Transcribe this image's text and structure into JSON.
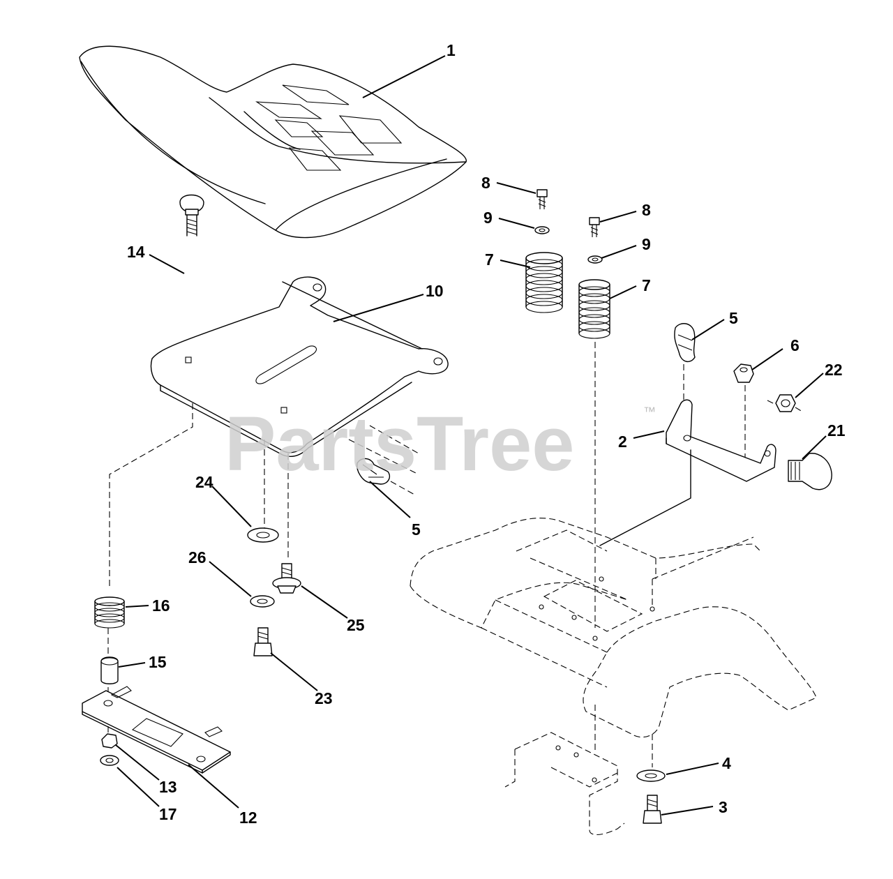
{
  "diagram": {
    "watermark": "PartsTree",
    "trademark": "™",
    "callouts": [
      {
        "id": "c1",
        "label": "1"
      },
      {
        "id": "c8a",
        "label": "8"
      },
      {
        "id": "c8b",
        "label": "8"
      },
      {
        "id": "c9a",
        "label": "9"
      },
      {
        "id": "c9b",
        "label": "9"
      },
      {
        "id": "c7a",
        "label": "7"
      },
      {
        "id": "c7b",
        "label": "7"
      },
      {
        "id": "c14",
        "label": "14"
      },
      {
        "id": "c10",
        "label": "10"
      },
      {
        "id": "c5a",
        "label": "5"
      },
      {
        "id": "c6",
        "label": "6"
      },
      {
        "id": "c22",
        "label": "22"
      },
      {
        "id": "c2",
        "label": "2"
      },
      {
        "id": "c21",
        "label": "21"
      },
      {
        "id": "c24",
        "label": "24"
      },
      {
        "id": "c5b",
        "label": "5"
      },
      {
        "id": "c26",
        "label": "26"
      },
      {
        "id": "c25",
        "label": "25"
      },
      {
        "id": "c16",
        "label": "16"
      },
      {
        "id": "c15",
        "label": "15"
      },
      {
        "id": "c23",
        "label": "23"
      },
      {
        "id": "c4",
        "label": "4"
      },
      {
        "id": "c3",
        "label": "3"
      },
      {
        "id": "c13",
        "label": "13"
      },
      {
        "id": "c17",
        "label": "17"
      },
      {
        "id": "c12",
        "label": "12"
      }
    ]
  }
}
